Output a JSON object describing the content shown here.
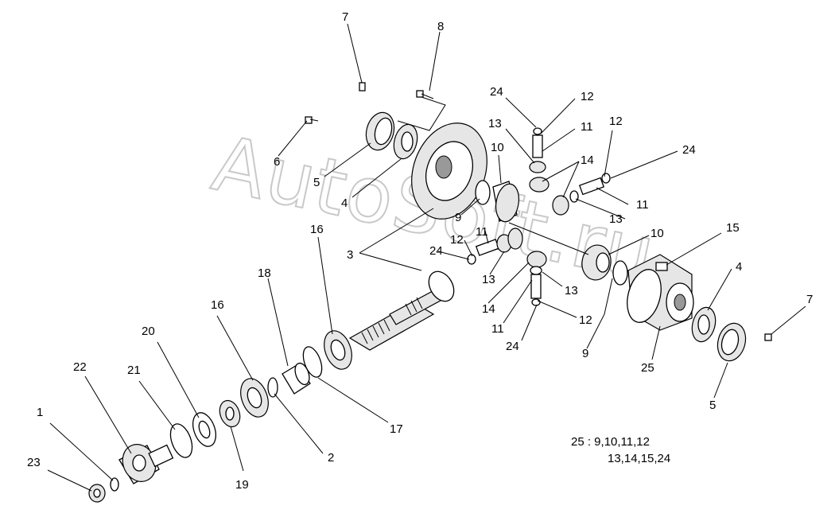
{
  "watermark": "AutoSoft.ru",
  "note": {
    "line1": "25 : 9,10,11,12",
    "line2": "13,14,15,24"
  },
  "callouts": {
    "c1": "1",
    "c2": "2",
    "c3": "3",
    "c4a": "4",
    "c4b": "4",
    "c5a": "5",
    "c5b": "5",
    "c6": "6",
    "c7a": "7",
    "c7b": "7",
    "c8": "8",
    "c9a": "9",
    "c9b": "9",
    "c10a": "10",
    "c10b": "10",
    "c11a": "11",
    "c11b": "11",
    "c11c": "11",
    "c11d": "11",
    "c12a": "12",
    "c12b": "12",
    "c12c": "12",
    "c12d": "12",
    "c13a": "13",
    "c13b": "13",
    "c13c": "13",
    "c13d": "13",
    "c14a": "14",
    "c14b": "14",
    "c15": "15",
    "c16a": "16",
    "c16b": "16",
    "c17": "17",
    "c18": "18",
    "c19": "19",
    "c20": "20",
    "c21": "21",
    "c22": "22",
    "c23": "23",
    "c24a": "24",
    "c24b": "24",
    "c24c": "24",
    "c24d": "24",
    "c25": "25"
  }
}
